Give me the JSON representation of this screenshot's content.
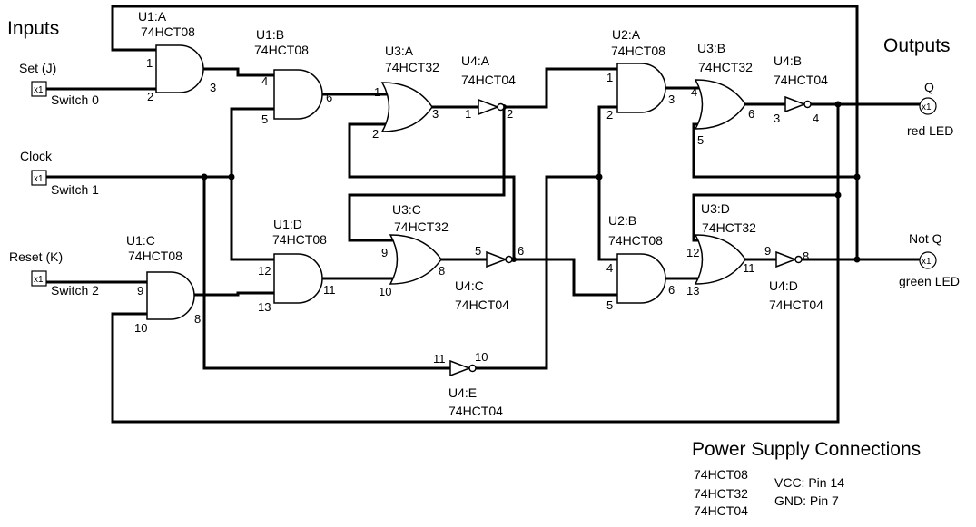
{
  "headings": {
    "inputs": "Inputs",
    "outputs": "Outputs",
    "power": "Power Supply Connections"
  },
  "inputs": [
    {
      "label": "Set (J)",
      "switch": "Switch 0",
      "box": "x1"
    },
    {
      "label": "Clock",
      "switch": "Switch 1",
      "box": "x1"
    },
    {
      "label": "Reset (K)",
      "switch": "Switch 2",
      "box": "x1"
    }
  ],
  "outputs": [
    {
      "label": "Q",
      "led": "red LED",
      "box": "x1"
    },
    {
      "label": "Not Q",
      "led": "green LED",
      "box": "x1"
    }
  ],
  "gates": {
    "u1a": {
      "ref": "U1:A",
      "part": "74HCT08",
      "pins": [
        "1",
        "2",
        "3"
      ]
    },
    "u1b": {
      "ref": "U1:B",
      "part": "74HCT08",
      "pins": [
        "4",
        "5",
        "6"
      ]
    },
    "u1c": {
      "ref": "U1:C",
      "part": "74HCT08",
      "pins": [
        "9",
        "10",
        "8"
      ]
    },
    "u1d": {
      "ref": "U1:D",
      "part": "74HCT08",
      "pins": [
        "12",
        "13",
        "11"
      ]
    },
    "u3a": {
      "ref": "U3:A",
      "part": "74HCT32",
      "pins": [
        "1",
        "2",
        "3"
      ]
    },
    "u3c": {
      "ref": "U3:C",
      "part": "74HCT32",
      "pins": [
        "9",
        "10",
        "8"
      ]
    },
    "u3b": {
      "ref": "U3:B",
      "part": "74HCT32",
      "pins": [
        "4",
        "5",
        "6"
      ]
    },
    "u3d": {
      "ref": "U3:D",
      "part": "74HCT32",
      "pins": [
        "12",
        "13",
        "11"
      ]
    },
    "u2a": {
      "ref": "U2:A",
      "part": "74HCT08",
      "pins": [
        "1",
        "2",
        "3"
      ]
    },
    "u2b": {
      "ref": "U2:B",
      "part": "74HCT08",
      "pins": [
        "4",
        "5",
        "6"
      ]
    },
    "u4a": {
      "ref": "U4:A",
      "part": "74HCT04",
      "pins": [
        "1",
        "2"
      ]
    },
    "u4b": {
      "ref": "U4:B",
      "part": "74HCT04",
      "pins": [
        "3",
        "4"
      ]
    },
    "u4c": {
      "ref": "U4:C",
      "part": "74HCT04",
      "pins": [
        "5",
        "6"
      ]
    },
    "u4d": {
      "ref": "U4:D",
      "part": "74HCT04",
      "pins": [
        "9",
        "8"
      ]
    },
    "u4e": {
      "ref": "U4:E",
      "part": "74HCT04",
      "pins": [
        "11",
        "10"
      ]
    }
  },
  "power": {
    "parts": [
      "74HCT08",
      "74HCT32",
      "74HCT04"
    ],
    "vcc": "VCC: Pin 14",
    "gnd": "GND: Pin 7"
  }
}
